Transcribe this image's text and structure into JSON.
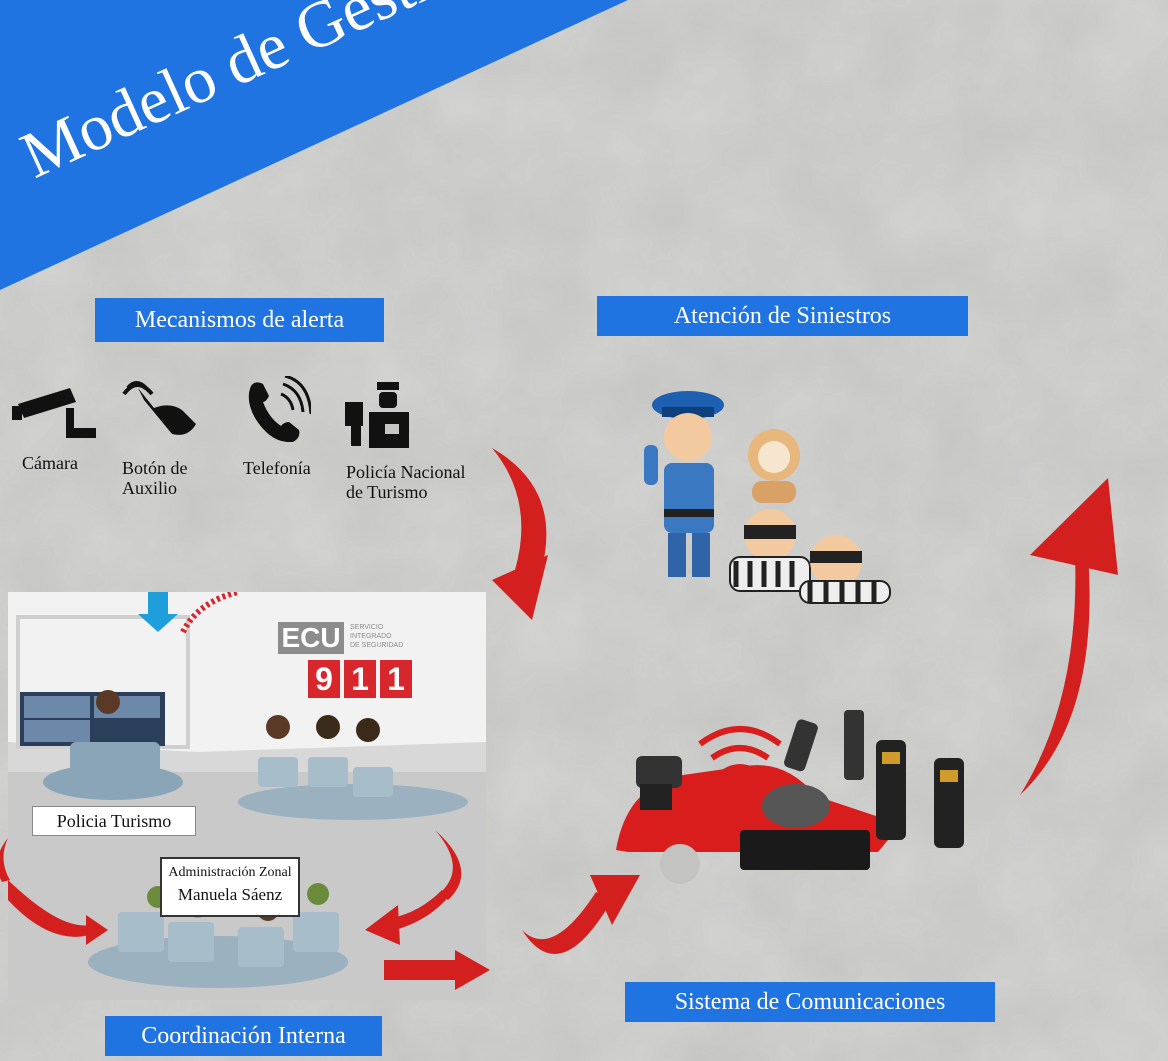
{
  "title": "Modelo de Gestión",
  "sections": {
    "alert": "Mecanismos de alerta",
    "incident": "Atención de Siniestros",
    "comms": "Sistema de Comunicaciones",
    "internal": "Coordinación Interna"
  },
  "alert_items": {
    "camera": "Cámara",
    "panic_line1": "Botón de",
    "panic_line2": "Auxilio",
    "phone": "Telefonía",
    "police_line1": "Policía Nacional",
    "police_line2": "de Turismo"
  },
  "center": {
    "brand": "ECU",
    "number": [
      "9",
      "1",
      "1"
    ],
    "tagline_1": "SERVICIO",
    "tagline_2": "INTEGRADO",
    "tagline_3": "DE SEGURIDAD",
    "police_tourism": "Policia Turismo",
    "admin_line1": "Administración Zonal",
    "admin_line2": "Manuela Sáenz"
  },
  "colors": {
    "accent_blue": "#1f74e2",
    "arrow_red": "#d41f1f",
    "ecu_red": "#d7262c",
    "ecu_gray": "#8c8c8c"
  }
}
